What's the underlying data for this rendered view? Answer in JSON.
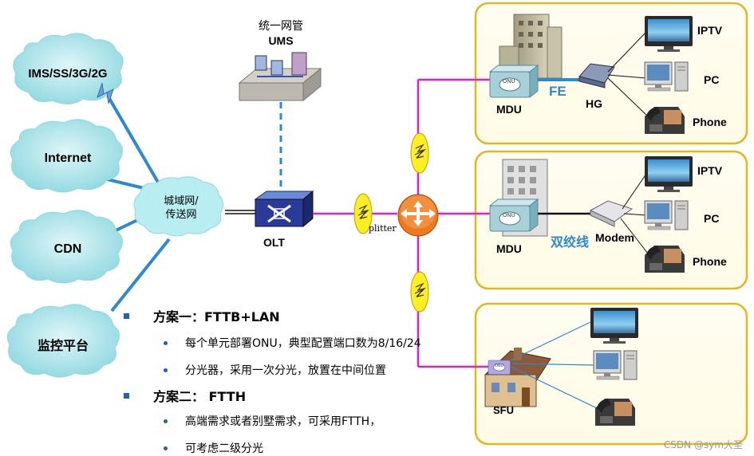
{
  "header_partial": "",
  "clouds": [
    {
      "id": "ims",
      "label": "IMS/SS/3G/2G"
    },
    {
      "id": "internet",
      "label": "Internet"
    },
    {
      "id": "cdn",
      "label": "CDN"
    },
    {
      "id": "monitor",
      "label": "监控平台"
    }
  ],
  "metro": {
    "line1": "城域网/",
    "line2": "传送网"
  },
  "ums": {
    "line1": "统一网管",
    "line2": "UMS"
  },
  "olt": {
    "label": "OLT"
  },
  "splitter": {
    "label": "plitter"
  },
  "top_box": {
    "mdu": "MDU",
    "fe": "FE",
    "hg": "HG",
    "onu": "ONU",
    "devices": [
      "IPTV",
      "PC",
      "Phone"
    ]
  },
  "mid_box": {
    "mdu": "MDU",
    "twisted": "双绞线",
    "modem": "Modem",
    "onu": "ONU",
    "devices": [
      "IPTV",
      "PC",
      "Phone"
    ]
  },
  "bot_box": {
    "sfu": "SFU",
    "onu": "ONU"
  },
  "schemes": [
    {
      "title": "方案一：FTTB+LAN",
      "items": [
        "每个单元部署ONU，典型配置端口数为8/16/24",
        "分光器，采用一次分光，放置在中间位置"
      ]
    },
    {
      "title": "方案二： FTTH",
      "items": [
        "高端需求或者别墅需求，可采用FTTH，",
        "可考虑二级分光"
      ]
    }
  ],
  "watermark": "CSDN @sym大圣"
}
